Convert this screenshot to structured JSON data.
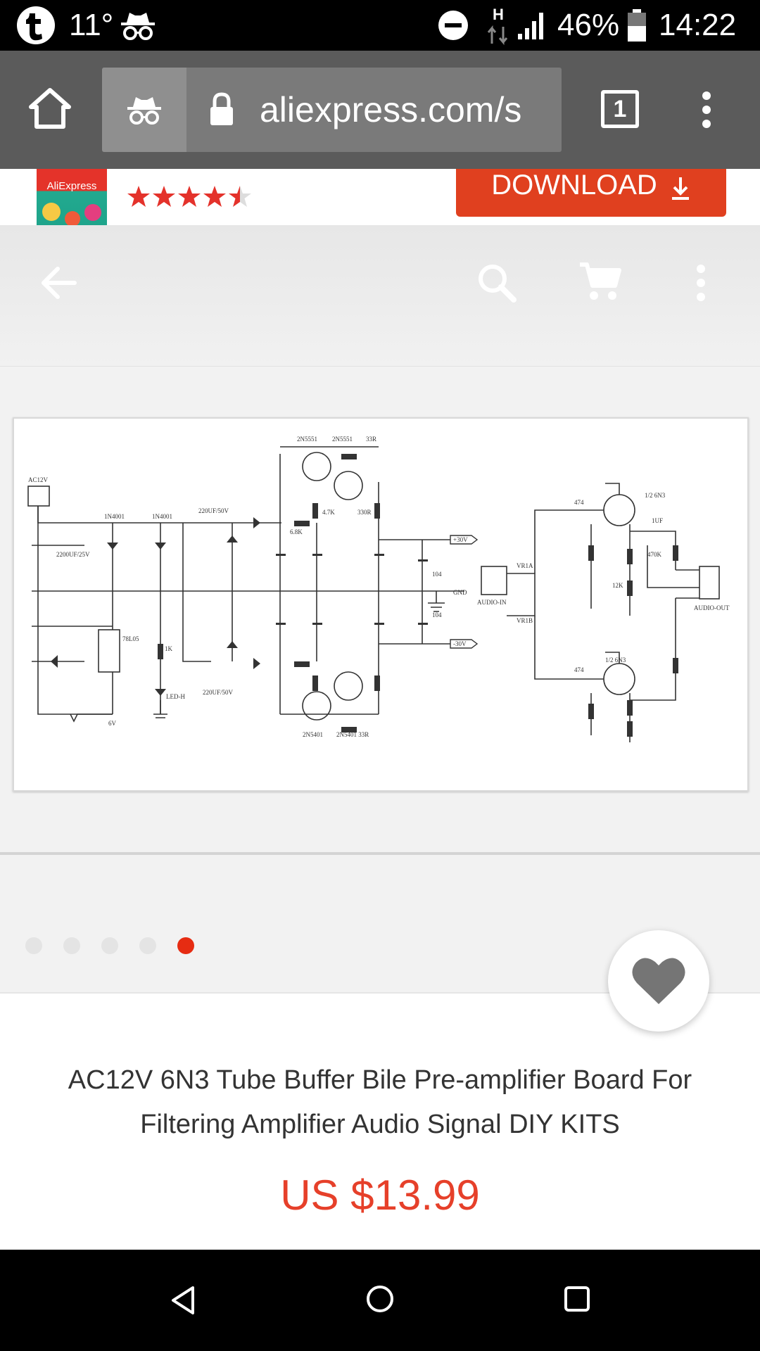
{
  "status_bar": {
    "temperature": "11°",
    "battery": "46%",
    "time": "14:22",
    "network_type": "H",
    "icons": [
      "t-app-icon",
      "incognito-icon",
      "do-not-disturb-icon",
      "data-arrows-icon",
      "signal-icon",
      "battery-icon"
    ]
  },
  "browser": {
    "url": "aliexpress.com/s",
    "tab_count": "1",
    "icons": [
      "home-icon",
      "incognito-icon",
      "lock-icon",
      "tab-switcher-icon",
      "overflow-menu-icon"
    ]
  },
  "app_banner": {
    "logo_text": "AliExpress",
    "rating": 4.5,
    "rating_max": 5,
    "download_label": "DOWNLOAD"
  },
  "product_bar": {
    "icons": [
      "back-arrow-icon",
      "search-icon",
      "cart-icon",
      "more-vert-icon"
    ]
  },
  "gallery": {
    "image_count": 5,
    "active_index": 5,
    "schematic": {
      "labels": {
        "ac12v": "AC12V",
        "diode_a": "1N4001",
        "diode_b": "1N4001",
        "cap_in": "2200UF/25V",
        "cap_top": "220UF/50V",
        "cap_low": "220UF/50V",
        "transistor_a": "2N5551",
        "transistor_b": "2N5551",
        "res_33r_top": "33R",
        "res_68k_top": "6.8K",
        "res_47k_top": "4.7K",
        "res_330r_top": "330R",
        "rail_pos": "+30V",
        "rail_gnd": "GND",
        "rail_neg": "-30V",
        "cap_104a": "104",
        "cap_104b": "104",
        "reg": "78L05",
        "led": "LED-H",
        "res_1k": "1K",
        "out_6v": "6V",
        "transistor_c": "2N5401",
        "transistor_d": "2N5401 33R",
        "audio_in": "AUDIO-IN",
        "audio_out": "AUDIO-OUT",
        "vr1a": "VR1A",
        "vr1b": "VR1B",
        "tube_a": "1/2 6N3",
        "tube_b": "1/2 6N3",
        "cap_474a": "474",
        "cap_474b": "474",
        "res_470k": "470K",
        "res_12k": "12K",
        "cap_1uf": "1UF"
      }
    }
  },
  "product": {
    "title": "AC12V 6N3 Tube Buffer Bile Pre-amplifier Board For Filtering Amplifier Audio Signal DIY KITS",
    "price": "US $13.99"
  },
  "nav_bar": {
    "icons": [
      "back-triangle-icon",
      "home-circle-icon",
      "recents-square-icon"
    ]
  }
}
